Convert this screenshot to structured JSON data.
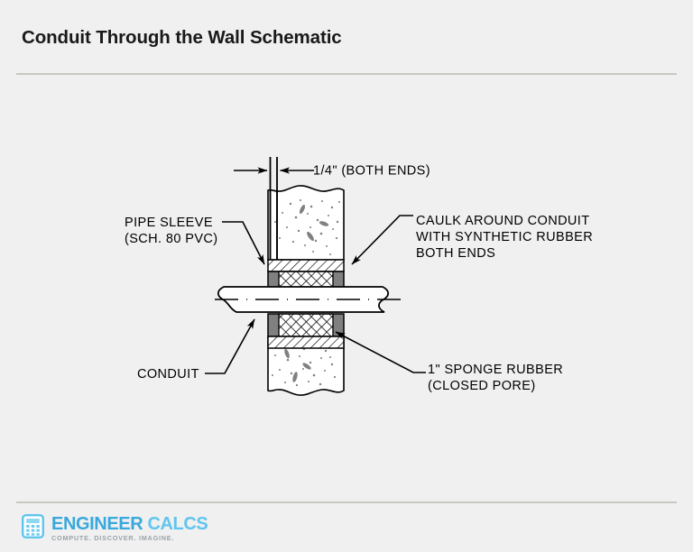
{
  "header": {
    "title": "Conduit Through the Wall Schematic"
  },
  "diagram": {
    "name": "conduit-through-wall-section",
    "labels": {
      "dimension_top": "1/4\" (BOTH ENDS)",
      "pipe_sleeve_line1": "PIPE  SLEEVE",
      "pipe_sleeve_line2": "(SCH. 80 PVC)",
      "caulk_line1": "CAULK AROUND CONDUIT",
      "caulk_line2": "WITH SYNTHETIC RUBBER",
      "caulk_line3": "BOTH ENDS",
      "conduit": "CONDUIT",
      "sponge_line1": "1\" SPONGE RUBBER",
      "sponge_line2": "(CLOSED PORE)"
    },
    "colors": {
      "line": "#000000",
      "background": "#f0f0f0",
      "concrete_fill": "#ffffff",
      "aggregate": "#808080",
      "sponge_block": "#808080",
      "hatch_fill": "#ffffff",
      "mesh_fill": "#ffffff"
    }
  },
  "footer": {
    "logo_word_1": "ENGINEER",
    "logo_word_2": "CALCS",
    "tagline": "COMPUTE. DISCOVER. IMAGINE."
  }
}
